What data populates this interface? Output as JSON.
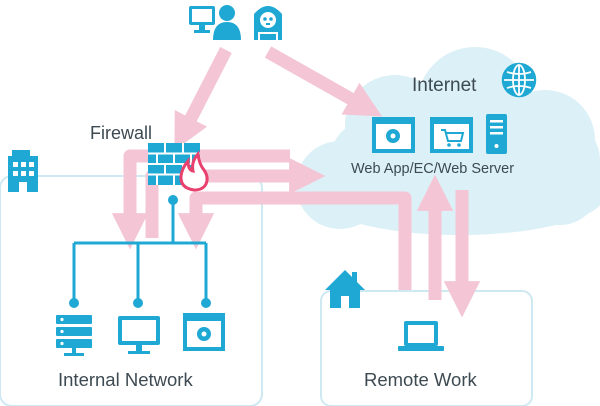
{
  "labels": {
    "firewall": "Firewall",
    "internet": "Internet",
    "server": "Web App/EC/Web Server",
    "internal": "Internal Network",
    "remote": "Remote Work"
  },
  "colors": {
    "icon": "#1fa8d4",
    "arrow": "#f4c6d5",
    "cloud": "#dcf0f7",
    "zone_border": "#cfe9f3",
    "text": "#3d4a52",
    "flame": "#e8416e"
  },
  "icons": {
    "office": "building-icon",
    "home": "house-icon",
    "internet": "globe-icon",
    "firewall": "brick-wall-fire-icon",
    "user": "user-at-pc-icon",
    "attacker": "hacker-icon"
  }
}
